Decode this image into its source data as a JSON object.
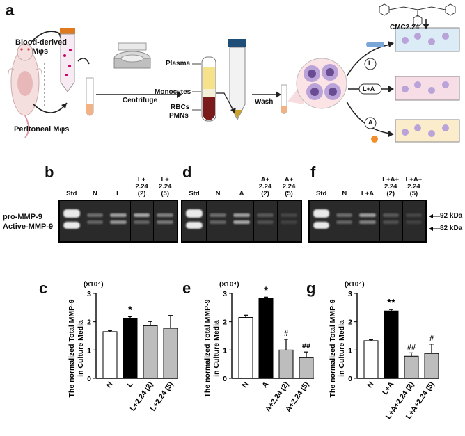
{
  "panels": {
    "a": "a",
    "b": "b",
    "c": "c",
    "d": "d",
    "e": "e",
    "f": "f",
    "g": "g"
  },
  "schematic": {
    "blood_label_1": "Blood-derived",
    "blood_label_2": "Mφs",
    "peritoneal_label": "Peritoneal Mφs",
    "centrifuge": "Centrifuge",
    "plasma": "Plasma",
    "monocytes": "Monocytes",
    "rbcs": "RBCs",
    "pmns": "PMNs",
    "wash": "Wash",
    "compound": "CMC2.24",
    "treat_L": "L",
    "treat_LA": "L+A",
    "treat_A": "A"
  },
  "gels": {
    "row_labels": [
      "pro-MMP-9",
      "Active-MMP-9"
    ],
    "kda": [
      "92 kDa",
      "82 kDa"
    ],
    "b_lanes": [
      "Std",
      "N",
      "L",
      "L+\n2.24\n(2)",
      "L+\n2.24\n(5)"
    ],
    "d_lanes": [
      "Std",
      "N",
      "A",
      "A+\n2.24\n(2)",
      "A+\n2.24\n(5)"
    ],
    "f_lanes": [
      "Std",
      "N",
      "L+A",
      "L+A+\n2.24\n(2)",
      "L+A+\n2.24\n(5)"
    ]
  },
  "chart_data": [
    {
      "type": "bar",
      "panel": "c",
      "categories": [
        "N",
        "L",
        "L+2.24 (2)",
        "L+2.24 (5)"
      ],
      "values": [
        1.65,
        2.12,
        1.86,
        1.77
      ],
      "errors": [
        0.04,
        0.06,
        0.15,
        0.45
      ],
      "annotations": [
        "",
        "*",
        "",
        ""
      ],
      "bar_colors": [
        "#ffffff",
        "#000000",
        "#bdbdbd",
        "#bdbdbd"
      ],
      "ylabel_1": "The normalized Total MMP-9",
      "ylabel_2": "in Culture Media",
      "scale_label": "(×10⁴)",
      "ylim": [
        0,
        3
      ],
      "yticks": [
        "0",
        "1",
        "2",
        "3"
      ]
    },
    {
      "type": "bar",
      "panel": "e",
      "categories": [
        "N",
        "A",
        "A+2.24 (2)",
        "A+2.24 (5)"
      ],
      "values": [
        2.15,
        2.82,
        1.0,
        0.73
      ],
      "errors": [
        0.08,
        0.05,
        0.38,
        0.2
      ],
      "annotations": [
        "",
        "*",
        "#",
        "##"
      ],
      "bar_colors": [
        "#ffffff",
        "#000000",
        "#bdbdbd",
        "#bdbdbd"
      ],
      "ylabel_1": "The normalized Total MMP-9",
      "ylabel_2": "in Culture Media",
      "scale_label": "(×10⁴)",
      "ylim": [
        0,
        3
      ],
      "yticks": [
        "0",
        "1",
        "2",
        "3"
      ]
    },
    {
      "type": "bar",
      "panel": "g",
      "categories": [
        "N",
        "L+A",
        "L+A+2.24 (2)",
        "L+A+2.24 (5)"
      ],
      "values": [
        1.33,
        2.38,
        0.78,
        0.88
      ],
      "errors": [
        0.04,
        0.05,
        0.12,
        0.33
      ],
      "annotations": [
        "",
        "**",
        "##",
        "#"
      ],
      "bar_colors": [
        "#ffffff",
        "#000000",
        "#bdbdbd",
        "#bdbdbd"
      ],
      "ylabel_1": "The normalized Total MMP-9",
      "ylabel_2": "in Culture Media",
      "scale_label": "(×10⁴)",
      "ylim": [
        0,
        3
      ],
      "yticks": [
        "0",
        "1",
        "2",
        "3"
      ]
    }
  ]
}
